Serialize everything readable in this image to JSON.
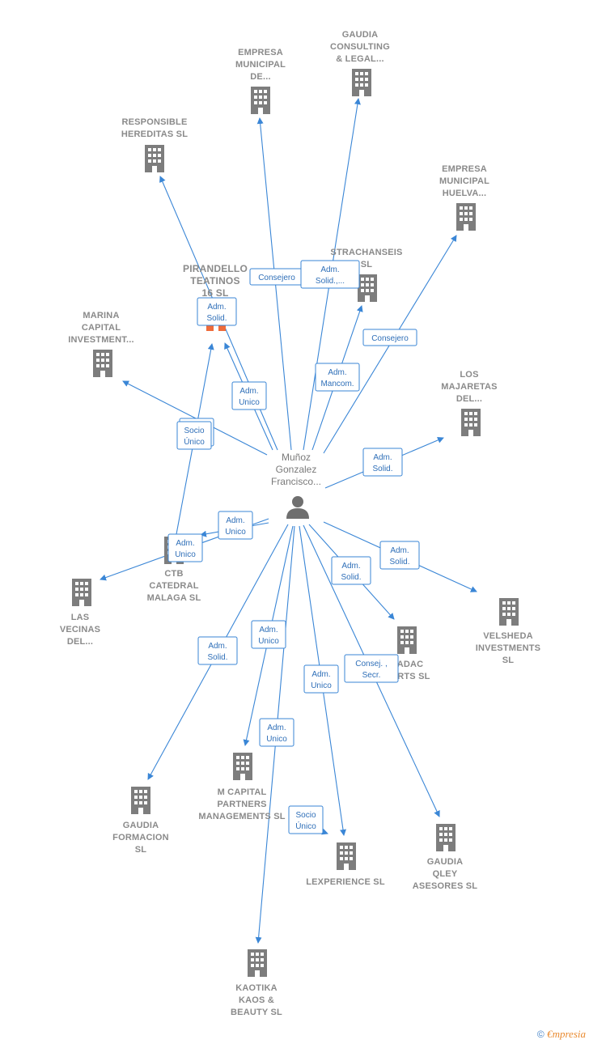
{
  "center": {
    "name_lines": [
      "Muñoz",
      "Gonzalez",
      "Francisco..."
    ]
  },
  "companies": [
    {
      "id": "responsible",
      "lines": [
        "RESPONSIBLE",
        "HEREDITAS  SL"
      ],
      "highlight": false
    },
    {
      "id": "emp_municipal_de",
      "lines": [
        "EMPRESA",
        "MUNICIPAL",
        "DE..."
      ],
      "highlight": false
    },
    {
      "id": "gaudia_consulting",
      "lines": [
        "GAUDIA",
        "CONSULTING",
        "& LEGAL..."
      ],
      "highlight": false
    },
    {
      "id": "emp_municipal_huelva",
      "lines": [
        "EMPRESA",
        "MUNICIPAL",
        "HUELVA..."
      ],
      "highlight": false
    },
    {
      "id": "pirandello",
      "lines": [
        "PIRANDELLO",
        "TEATINOS",
        "16  SL"
      ],
      "highlight": true
    },
    {
      "id": "strachanseis",
      "lines": [
        "STRACHANSEIS",
        "SL"
      ],
      "highlight": false
    },
    {
      "id": "marina",
      "lines": [
        "MARINA",
        "CAPITAL",
        "INVESTMENT..."
      ],
      "highlight": false
    },
    {
      "id": "majaretas",
      "lines": [
        "LOS",
        "MAJARETAS",
        "DEL..."
      ],
      "highlight": false
    },
    {
      "id": "ctb",
      "lines": [
        "CTB",
        "CATEDRAL",
        "MALAGA  SL"
      ],
      "highlight": false
    },
    {
      "id": "vecinas",
      "lines": [
        "LAS",
        "VECINAS",
        "DEL..."
      ],
      "highlight": false
    },
    {
      "id": "velsheda",
      "lines": [
        "VELSHEDA",
        "INVESTMENTS",
        "SL"
      ],
      "highlight": false
    },
    {
      "id": "adac",
      "lines": [
        "ADAC",
        "ORTS  SL"
      ],
      "highlight": false
    },
    {
      "id": "gaudia_formacion",
      "lines": [
        "GAUDIA",
        "FORMACION",
        "SL"
      ],
      "highlight": false
    },
    {
      "id": "mcapital",
      "lines": [
        "M CAPITAL",
        "PARTNERS",
        "MANAGEMENTS SL"
      ],
      "highlight": false
    },
    {
      "id": "lexperience",
      "lines": [
        "LEXPERIENCE SL"
      ],
      "highlight": false
    },
    {
      "id": "gaudia_qley",
      "lines": [
        "GAUDIA",
        "QLEY",
        "ASESORES  SL"
      ],
      "highlight": false
    },
    {
      "id": "kaotika",
      "lines": [
        "KAOTIKA",
        "KAOS &",
        "BEAUTY  SL"
      ],
      "highlight": false
    }
  ],
  "relations": [
    {
      "target": "responsible",
      "label": [
        "Adm.",
        "Solid."
      ]
    },
    {
      "target": "emp_municipal_de",
      "label": [
        "Consejero"
      ]
    },
    {
      "target": "gaudia_consulting",
      "label": [
        "Adm.",
        "Solid.,..."
      ]
    },
    {
      "target": "emp_municipal_huelva",
      "label": [
        "Consejero"
      ]
    },
    {
      "target": "pirandello",
      "label": [
        "Adm.",
        "Unico"
      ]
    },
    {
      "target": "strachanseis",
      "label": [
        "Adm.",
        "Mancom."
      ]
    },
    {
      "target": "marina",
      "label": [
        "Socio",
        "Único"
      ]
    },
    {
      "target": "majaretas",
      "label": [
        "Adm.",
        "Solid."
      ]
    },
    {
      "target": "ctb",
      "label": [
        "Socio",
        "Único"
      ]
    },
    {
      "target": "vecinas",
      "label": [
        "Adm.",
        "Unico"
      ]
    },
    {
      "target": "vecinas2",
      "label": [
        "Adm.",
        "Unico"
      ]
    },
    {
      "target": "velsheda",
      "label": [
        "Adm.",
        "Solid."
      ]
    },
    {
      "target": "adac",
      "label": [
        "Adm.",
        "Solid."
      ]
    },
    {
      "target": "gaudia_formacion",
      "label": [
        "Adm.",
        "Solid."
      ]
    },
    {
      "target": "mcapital",
      "label": [
        "Adm.",
        "Unico"
      ]
    },
    {
      "target": "lexperience",
      "label": [
        "Adm.",
        "Unico"
      ]
    },
    {
      "target": "lexperience2",
      "label": [
        "Socio",
        "Único"
      ]
    },
    {
      "target": "gaudia_qley",
      "label": [
        "Consej. ,",
        "Secr."
      ]
    },
    {
      "target": "kaotika",
      "label": [
        "Adm.",
        "Unico"
      ]
    }
  ],
  "footer": {
    "copyright": "©",
    "brand_e": "€",
    "brand_rest": "mpresia"
  }
}
